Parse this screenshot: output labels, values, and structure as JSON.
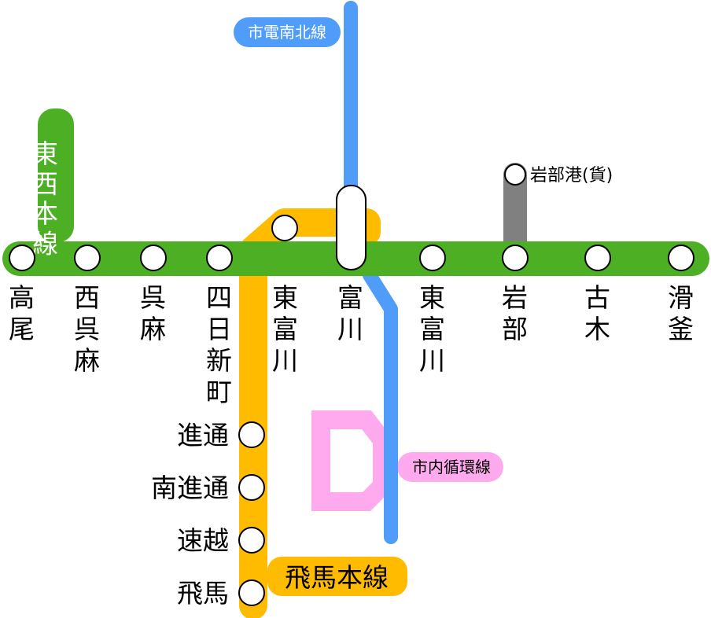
{
  "lines": {
    "tozai": {
      "name": "東西本線",
      "color": "#4caf24"
    },
    "nanboku": {
      "name": "市電南北線",
      "color": "#4f9cf9"
    },
    "hida": {
      "name": "飛馬本線",
      "color": "#ffbb00"
    },
    "loop": {
      "name": "市内循環線",
      "color": "#ffaaee"
    },
    "freight": {
      "color": "#808080"
    }
  },
  "stations": {
    "takao": "高尾",
    "nishikureasa": "西呉麻",
    "kureasa": "呉麻",
    "yokkaichi_shinmachi": "四日新町",
    "higashitomikawa_hida": "東富川",
    "tomikawa": "富川",
    "higashitomikawa": "東富川",
    "iwabe": "岩部",
    "furuki": "古木",
    "namekama": "滑釜",
    "iwabe_port": "岩部港(貨)",
    "shindori": "進通",
    "minami_shindori": "南進通",
    "hayagoe": "速越",
    "hima": "飛馬"
  }
}
